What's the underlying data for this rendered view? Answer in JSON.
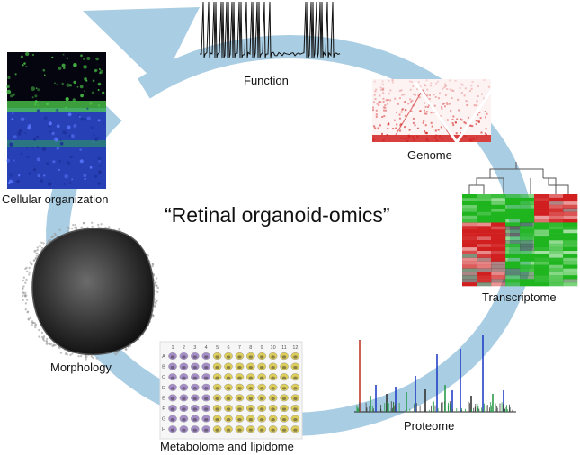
{
  "diagram": {
    "title": "“Retinal organoid-omics”",
    "colors": {
      "cycle_arrow": "#a9cde3",
      "fluor_green": "#4fd04b",
      "fluor_blue": "#2f4fe0",
      "heat_red": "#d11f1f",
      "heat_green": "#1fb51f",
      "spectrum_blue": "#2440c8",
      "spectrum_red": "#c0392b",
      "plate_purple": "#8a6bb8",
      "plate_yellow": "#d9c640"
    },
    "nodes": [
      {
        "id": "function",
        "label": "Function",
        "icon": "spike-trace-icon"
      },
      {
        "id": "genome",
        "label": "Genome",
        "icon": "hic-contact-map-icon"
      },
      {
        "id": "transcriptome",
        "label": "Transcriptome",
        "icon": "heatmap-dendrogram-icon"
      },
      {
        "id": "proteome",
        "label": "Proteome",
        "icon": "mass-spectrum-icon"
      },
      {
        "id": "metabolome",
        "label": "Metabolome and lipidome",
        "icon": "well-plate-icon"
      },
      {
        "id": "morphology",
        "label": "Morphology",
        "icon": "organoid-micrograph-icon"
      },
      {
        "id": "cellular",
        "label": "Cellular organization",
        "icon": "fluorescence-section-icon"
      }
    ],
    "plate": {
      "columns": [
        "1",
        "2",
        "3",
        "4",
        "5",
        "6",
        "7",
        "8",
        "9",
        "10",
        "11",
        "12"
      ],
      "rows": [
        "A",
        "B",
        "C",
        "D",
        "E",
        "F",
        "G",
        "H"
      ]
    }
  }
}
